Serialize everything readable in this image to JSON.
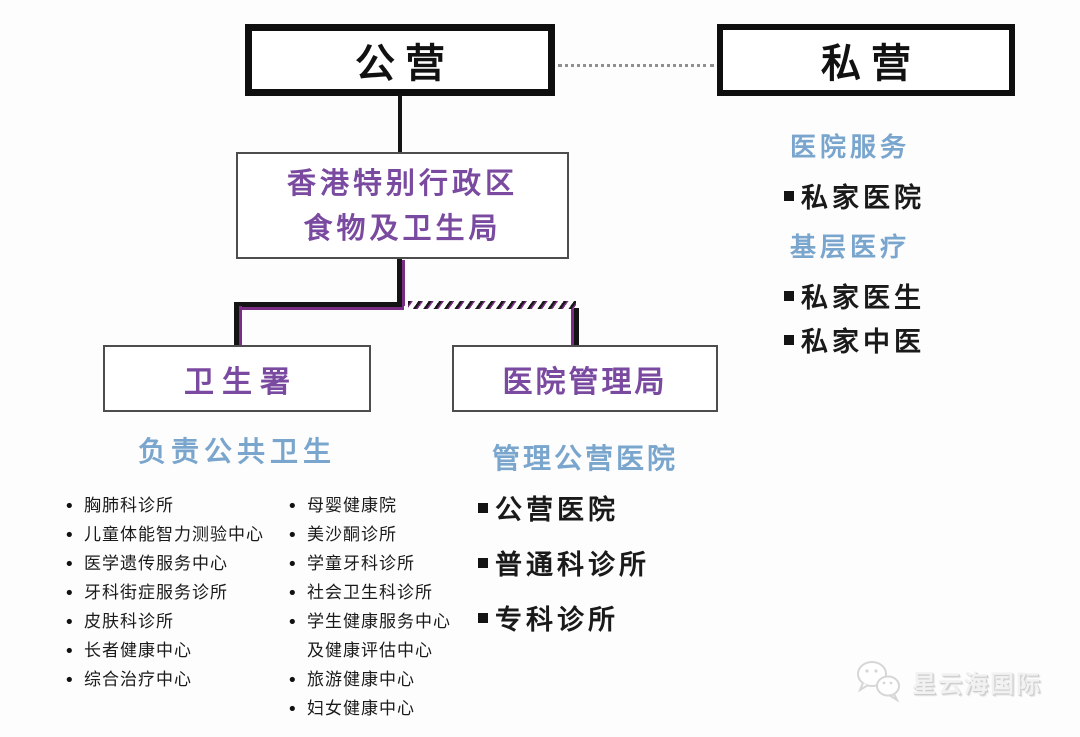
{
  "top": {
    "public_label": "公营",
    "private_label": "私营"
  },
  "bureau": {
    "line1": "香港特别行政区",
    "line2": "食物及卫生局"
  },
  "doh": {
    "box_label": "卫生署",
    "caption": "负责公共卫生",
    "col1": [
      "胸肺科诊所",
      "儿童体能智力测验中心",
      "医学遗传服务中心",
      "牙科街症服务诊所",
      "皮肤科诊所",
      "长者健康中心",
      "综合治疗中心"
    ],
    "col2": [
      "母婴健康院",
      "美沙酮诊所",
      "学童牙科诊所",
      "社会卫生科诊所",
      "学生健康服务中心\n及健康评估中心",
      "旅游健康中心",
      "妇女健康中心"
    ]
  },
  "ha": {
    "box_label": "医院管理局",
    "caption": "管理公营医院",
    "items": [
      "公营医院",
      "普通科诊所",
      "专科诊所"
    ]
  },
  "private_panel": {
    "section1_title": "医院服务",
    "section1_item": "私家医院",
    "section2_title": "基层医疗",
    "section2_item1": "私家医生",
    "section2_item2": "私家中医"
  },
  "watermark": {
    "text": "星云海国际",
    "icon": "wechat-bubbles-icon"
  },
  "colors": {
    "purple_text": "#7a4aa0",
    "blue_text": "#7aa6ce",
    "connector_purple": "#7b2c84",
    "line_black": "#141414"
  }
}
